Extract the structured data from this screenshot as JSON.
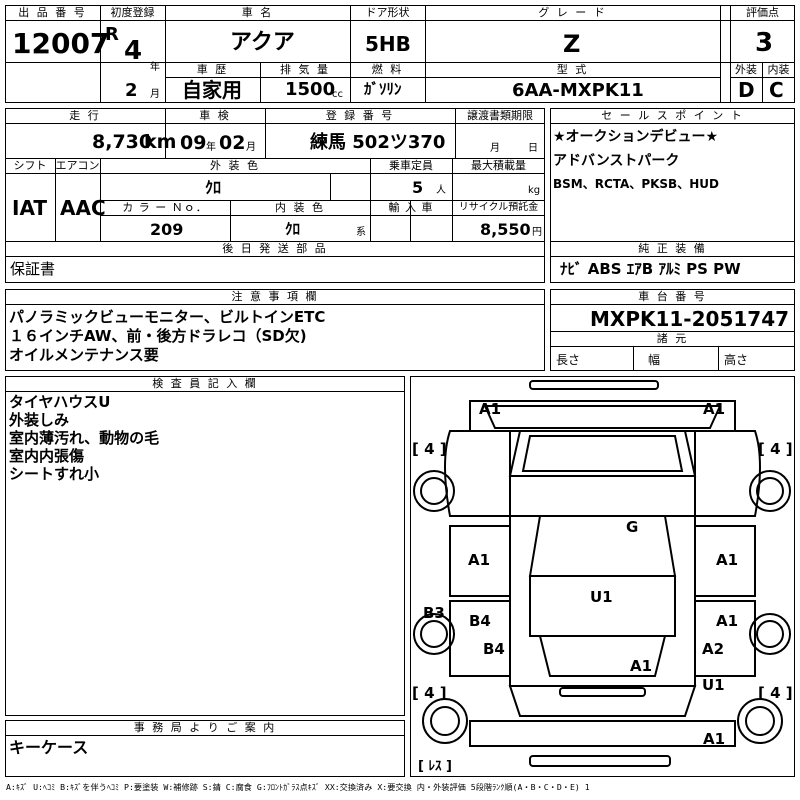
{
  "header": {
    "lot_no_label": "出 品 番 号",
    "lot_no": "12007",
    "first_reg_label": "初度登録",
    "era": "R",
    "year": "4",
    "year_unit": "年",
    "month": "2",
    "month_unit": "月",
    "car_name_label": "車 名",
    "car_name": "アクア",
    "history_label": "車 歴",
    "history": "自家用",
    "displacement_label": "排 気 量",
    "displacement": "1500",
    "displacement_unit": "cc",
    "door_label": "ドア形状",
    "door": "5HB",
    "fuel_label": "燃 料",
    "fuel": "ｶﾞｿﾘﾝ",
    "grade_label": "グ レ ー ド",
    "grade": "Z",
    "model_label": "型 式",
    "model": "6AA-MXPK11",
    "score_label": "評価点",
    "score": "3",
    "ext_label": "外装",
    "int_label": "内装",
    "ext": "D",
    "int": "C"
  },
  "row2": {
    "mileage_label": "走 行",
    "mileage": "8,730",
    "mileage_unit": "km",
    "inspection_label": "車 検",
    "insp_year": "09",
    "insp_year_unit": "年",
    "insp_month": "02",
    "insp_month_unit": "月",
    "reg_no_label": "登 録 番 号",
    "reg_no": "練馬 502ツ370",
    "transfer_label": "譲渡書類期限",
    "transfer_month": "月",
    "transfer_day": "日",
    "shift_label": "シフト",
    "shift": "IAT",
    "ac_label": "エアコン",
    "ac": "AAC",
    "ext_color_label": "外 装 色",
    "ext_color": "ｸﾛ",
    "capacity_label": "乗車定員",
    "capacity": "5",
    "capacity_unit": "人",
    "max_load_label": "最大積載量",
    "max_load_unit": "kg",
    "color_no_label": "カ ラ ー Ｎｏ．",
    "color_no": "209",
    "int_color_label": "内 装 色",
    "int_color": "ｸﾛ",
    "int_color_unit": "系",
    "import_label": "輸 入 車",
    "recycle_label": "リサイクル預託金",
    "recycle": "8,550",
    "recycle_unit": "円"
  },
  "sales_points": {
    "label": "セ ー ル ス ポ イ ン ト",
    "line1": "★オークションデビュー★",
    "line2": "アドバンストパーク",
    "line3": "BSM、RCTA、PKSB、HUD"
  },
  "parts": {
    "label": "後 日 発 送 部 品",
    "text": "保証書"
  },
  "equipment": {
    "label": "純 正 装 備",
    "text": "ﾅﾋﾞ ABS ｴｱB ｱﾙﾐ PS PW"
  },
  "notes": {
    "label": "注 意 事 項 欄",
    "line1": "パノラミックビューモニター、ビルトインETC",
    "line2": "１６インチAW、前・後方ドラレコ（SD欠)",
    "line3": "オイルメンテナンス要"
  },
  "chassis": {
    "label": "車 台 番 号",
    "number": "MXPK11-2051747",
    "spec_label": "諸 元",
    "length_label": "長さ",
    "width_label": "幅",
    "height_label": "高さ"
  },
  "inspector": {
    "label": "検 査 員 記 入 欄",
    "line1": "タイヤハウスU",
    "line2": "外装しみ",
    "line3": "室内薄汚れ、動物の毛",
    "line4": "室内内張傷",
    "line5": "シートすれ小"
  },
  "office": {
    "label": "事 務 局 よ り ご 案 内",
    "text": "キーケース"
  },
  "diagram": {
    "marks": [
      "A1",
      "A1",
      "G",
      "A1",
      "A1",
      "U1",
      "B3",
      "B4",
      "A1",
      "B4",
      "A2",
      "A1",
      "U1",
      "A1"
    ],
    "tires": [
      "4",
      "4",
      "4",
      "4"
    ],
    "spare": "ﾚｽ"
  },
  "legend": "A:ｷｽﾞ U:ﾍｺﾐ B:ｷｽﾞを伴うﾍｺﾐ P:要塗装 W:補修跡 S:錆 C:腐食 G:ﾌﾛﾝﾄｶﾞﾗｽ点ｷｽﾞ XX:交換済み X:要交換 内・外装評価 5段階ﾗﾝｸ順(A・B・C・D・E) 1"
}
